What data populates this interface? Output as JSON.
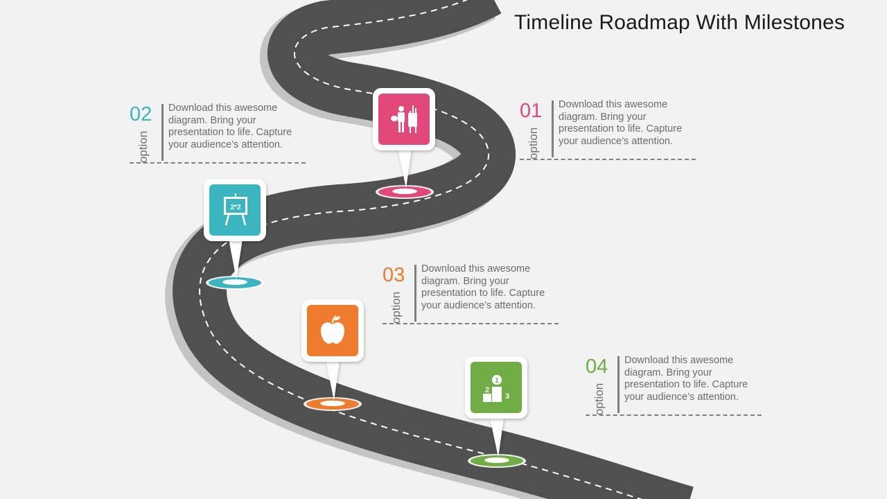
{
  "title": "Timeline Roadmap With Milestones",
  "colors": {
    "background": "#f2f2f2",
    "road": "#505050",
    "road_shadow": "#c4c4c4",
    "pink": "#e0497a",
    "teal": "#3bb5bf",
    "orange": "#ee7b2e",
    "green": "#70ad47"
  },
  "milestones": [
    {
      "number": "01",
      "option_label": "option",
      "text": "Download this awesome diagram. Bring your presentation to life. Capture your audience’s attention.",
      "color": "#e0497a",
      "icon": "painter-easel-icon"
    },
    {
      "number": "02",
      "option_label": "option",
      "text": "Download this awesome diagram. Bring your presentation to life. Capture your audience’s attention.",
      "color": "#3bb5bf",
      "icon": "math-board-icon",
      "icon_text": "2*2"
    },
    {
      "number": "03",
      "option_label": "option",
      "text": "Download this awesome diagram. Bring your presentation to life. Capture your audience’s attention.",
      "color": "#ee7b2e",
      "icon": "apple-icon"
    },
    {
      "number": "04",
      "option_label": "option",
      "text": "Download this awesome diagram. Bring your presentation to life. Capture your audience’s attention.",
      "color": "#70ad47",
      "icon": "podium-icon",
      "podium_places": [
        "1",
        "2",
        "3"
      ]
    }
  ]
}
